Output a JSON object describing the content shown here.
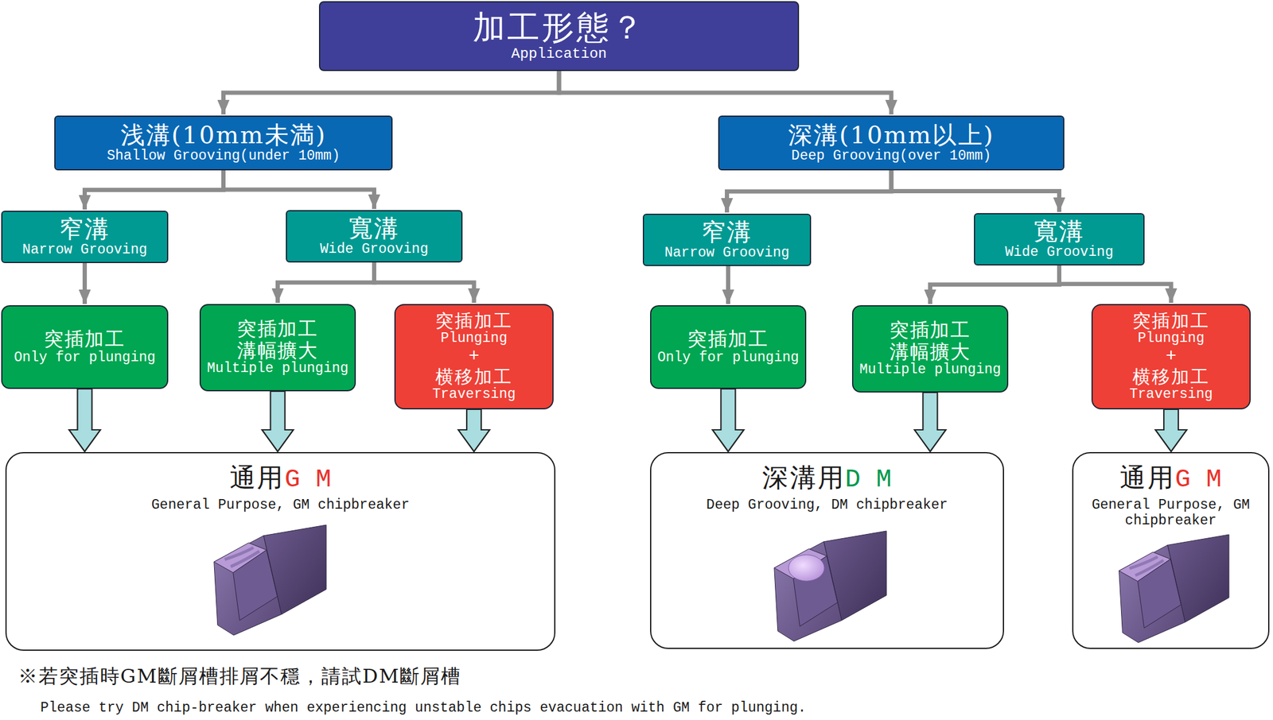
{
  "diagram": {
    "nodes": [
      {
        "text": [
          "加工形態？",
          "Application"
        ]
      },
      {
        "text": [
          "浅溝(10mm未満)",
          "Shallow Grooving(under 10mm)"
        ]
      },
      {
        "text": [
          "深溝(10mm以上)",
          "Deep Grooving(over 10mm)"
        ]
      },
      {
        "text": [
          "窄溝",
          "Narrow Grooving"
        ]
      },
      {
        "text": [
          "寬溝",
          "Wide Grooving"
        ]
      },
      {
        "text": [
          "窄溝",
          "Narrow Grooving"
        ]
      },
      {
        "text": [
          "寬溝",
          "Wide Grooving"
        ]
      },
      {
        "text": [
          "突插加工",
          "Only for plunging"
        ]
      },
      {
        "text": [
          "突插加工 溝幅擴大",
          "Multiple plunging"
        ]
      },
      {
        "text": [
          "突插加工",
          "Plunging",
          "+",
          "横移加工",
          "Traversing"
        ]
      },
      {
        "text": [
          "突插加工",
          "Only for plunging"
        ]
      },
      {
        "text": [
          "突插加工 溝幅擴大",
          "Multiple plunging"
        ]
      },
      {
        "text": [
          "突插加工",
          "Plunging",
          "+",
          "横移加工",
          "Traversing"
        ]
      },
      {
        "text": [
          "通用",
          "G M",
          "General Purpose, GM chipbreaker"
        ]
      },
      {
        "text": [
          "深溝用",
          "D M",
          "Deep Grooving, DM chipbreaker"
        ]
      },
      {
        "text": [
          "通用",
          "G M",
          "General Purpose, GM chipbreaker"
        ]
      }
    ],
    "edges": [
      {
        "from": 0,
        "to": 1,
        "arrow": "to"
      },
      {
        "from": 0,
        "to": 2,
        "arrow": "to"
      },
      {
        "from": 1,
        "to": 3,
        "arrow": "to"
      },
      {
        "from": 1,
        "to": 4,
        "arrow": "to"
      },
      {
        "from": 2,
        "to": 5,
        "arrow": "to"
      },
      {
        "from": 2,
        "to": 6,
        "arrow": "to"
      },
      {
        "from": 3,
        "to": 7,
        "arrow": "to"
      },
      {
        "from": 4,
        "to": 8,
        "arrow": "to"
      },
      {
        "from": 4,
        "to": 9,
        "arrow": "to"
      },
      {
        "from": 5,
        "to": 10,
        "arrow": "to"
      },
      {
        "from": 6,
        "to": 11,
        "arrow": "to"
      },
      {
        "from": 6,
        "to": 12,
        "arrow": "to"
      },
      {
        "from": 7,
        "to": 13,
        "arrow": "to"
      },
      {
        "from": 8,
        "to": 13,
        "arrow": "to"
      },
      {
        "from": 9,
        "to": 13,
        "arrow": "to"
      },
      {
        "from": 10,
        "to": 14,
        "arrow": "to"
      },
      {
        "from": 11,
        "to": 14,
        "arrow": "to"
      },
      {
        "from": 12,
        "to": 15,
        "arrow": "to"
      }
    ],
    "labels": [
      "※若突插時GM斷屑槽排屑不穩，請試DM斷屑槽",
      "Please try DM chip-breaker when experiencing unstable chips evacuation with GM for plunging."
    ]
  }
}
